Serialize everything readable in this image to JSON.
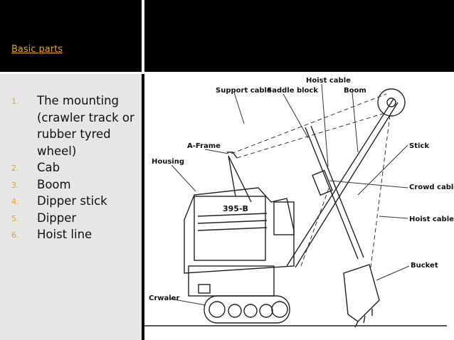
{
  "slide": {
    "title": "Basic parts",
    "items": [
      {
        "num": "1.",
        "text": "The mounting (crawler track or rubber tyred wheel)"
      },
      {
        "num": "2.",
        "text": "Cab"
      },
      {
        "num": "3.",
        "text": "Boom"
      },
      {
        "num": "4.",
        "text": "Dipper stick"
      },
      {
        "num": "5.",
        "text": "Dipper"
      },
      {
        "num": "6.",
        "text": "Hoist line"
      }
    ]
  },
  "diagram": {
    "labels": {
      "hoist_cable_top": "Hoist cable",
      "support_cable": "Support cable",
      "saddle_block": "Saddle block",
      "boom": "Boom",
      "a_frame": "A-Frame",
      "housing": "Housing",
      "stick": "Stick",
      "crowd_cable": "Crowd cable",
      "hoist_cable_right": "Hoist cable",
      "bucket": "Bucket",
      "crawler": "Crwaler",
      "model": "395-B"
    }
  }
}
